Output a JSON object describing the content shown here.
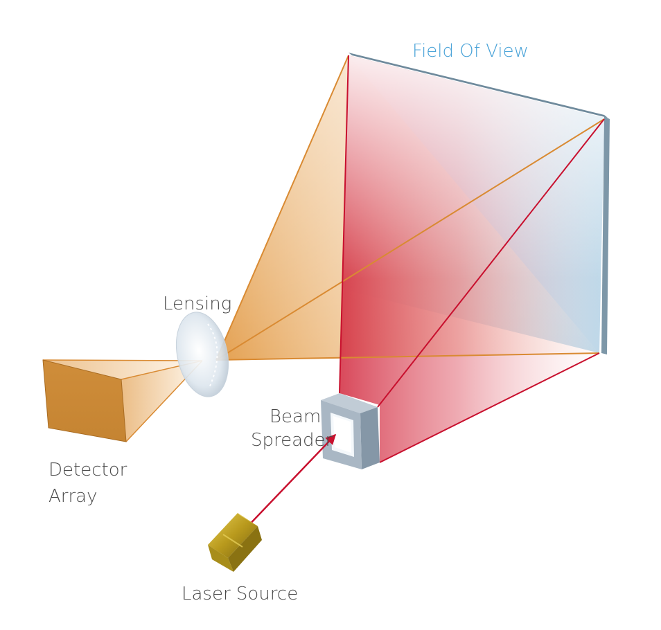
{
  "labels": {
    "field_of_view": "Field Of View",
    "lensing": "Lensing",
    "detector_line1": "Detector",
    "detector_line2": "Array",
    "beam_line1": "Beam",
    "beam_line2": "Spreader",
    "laser": "Laser Source"
  },
  "colors": {
    "field_label": "#4aa3d8",
    "label_text": "#4a4a4a",
    "detector_front": "#c98a3a",
    "detector_side": "#e7b97a",
    "beam_orange": "#e8a34b",
    "ray_orange": "#d7882f",
    "laser_red": "#c8102e",
    "screen_blue": "#b8d8ea",
    "screen_edge": "#6f8a9c",
    "spreader_gray": "#9aaab8",
    "laser_gold": "#b89a1e"
  }
}
